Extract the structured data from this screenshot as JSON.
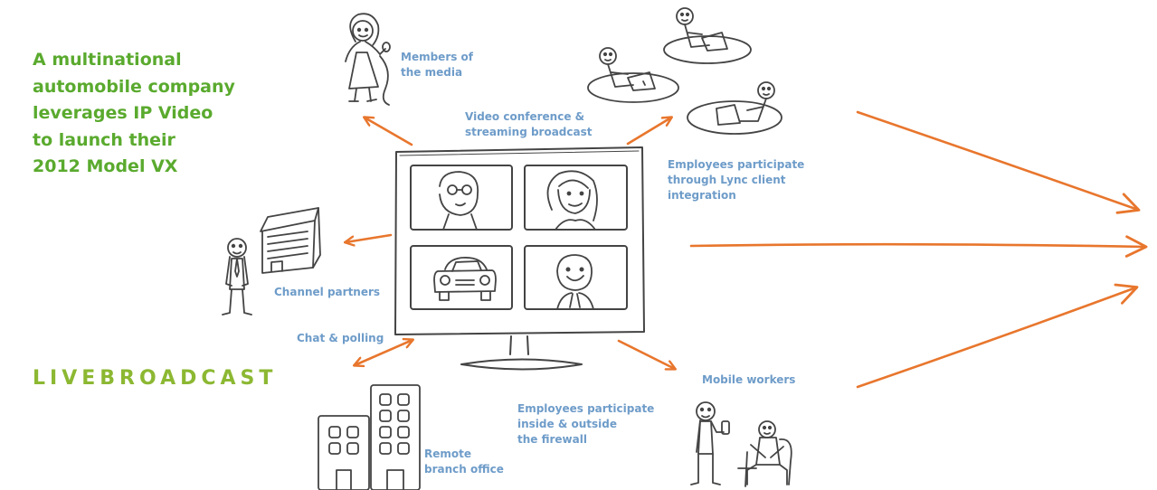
{
  "headline": {
    "line1": "A multinational",
    "line2": "automobile company",
    "line3": "leverages IP Video",
    "line4": "to launch their",
    "line5": "2012 Model VX"
  },
  "brand": "LIVEBROADCAST",
  "labels": {
    "media": [
      "Members of",
      "the media"
    ],
    "conference": [
      "Video conference &",
      "streaming broadcast"
    ],
    "lync": [
      "Employees participate",
      "through Lync client",
      "integration"
    ],
    "channel": "Channel partners",
    "chat": "Chat & polling",
    "mobile": "Mobile workers",
    "firewall": [
      "Employees participate",
      "inside & outside",
      "the firewall"
    ],
    "branch": [
      "Remote",
      "branch office"
    ]
  },
  "colors": {
    "headline": "#5aaa2e",
    "brand": "#8cb832",
    "label": "#6e9cc9",
    "arrow": "#e8762d",
    "sketch": "#444444"
  },
  "icons": [
    "monitor-icon",
    "person-icon",
    "laptop-icon",
    "building-icon",
    "car-icon",
    "mobile-phone-icon",
    "arrow-icon"
  ]
}
